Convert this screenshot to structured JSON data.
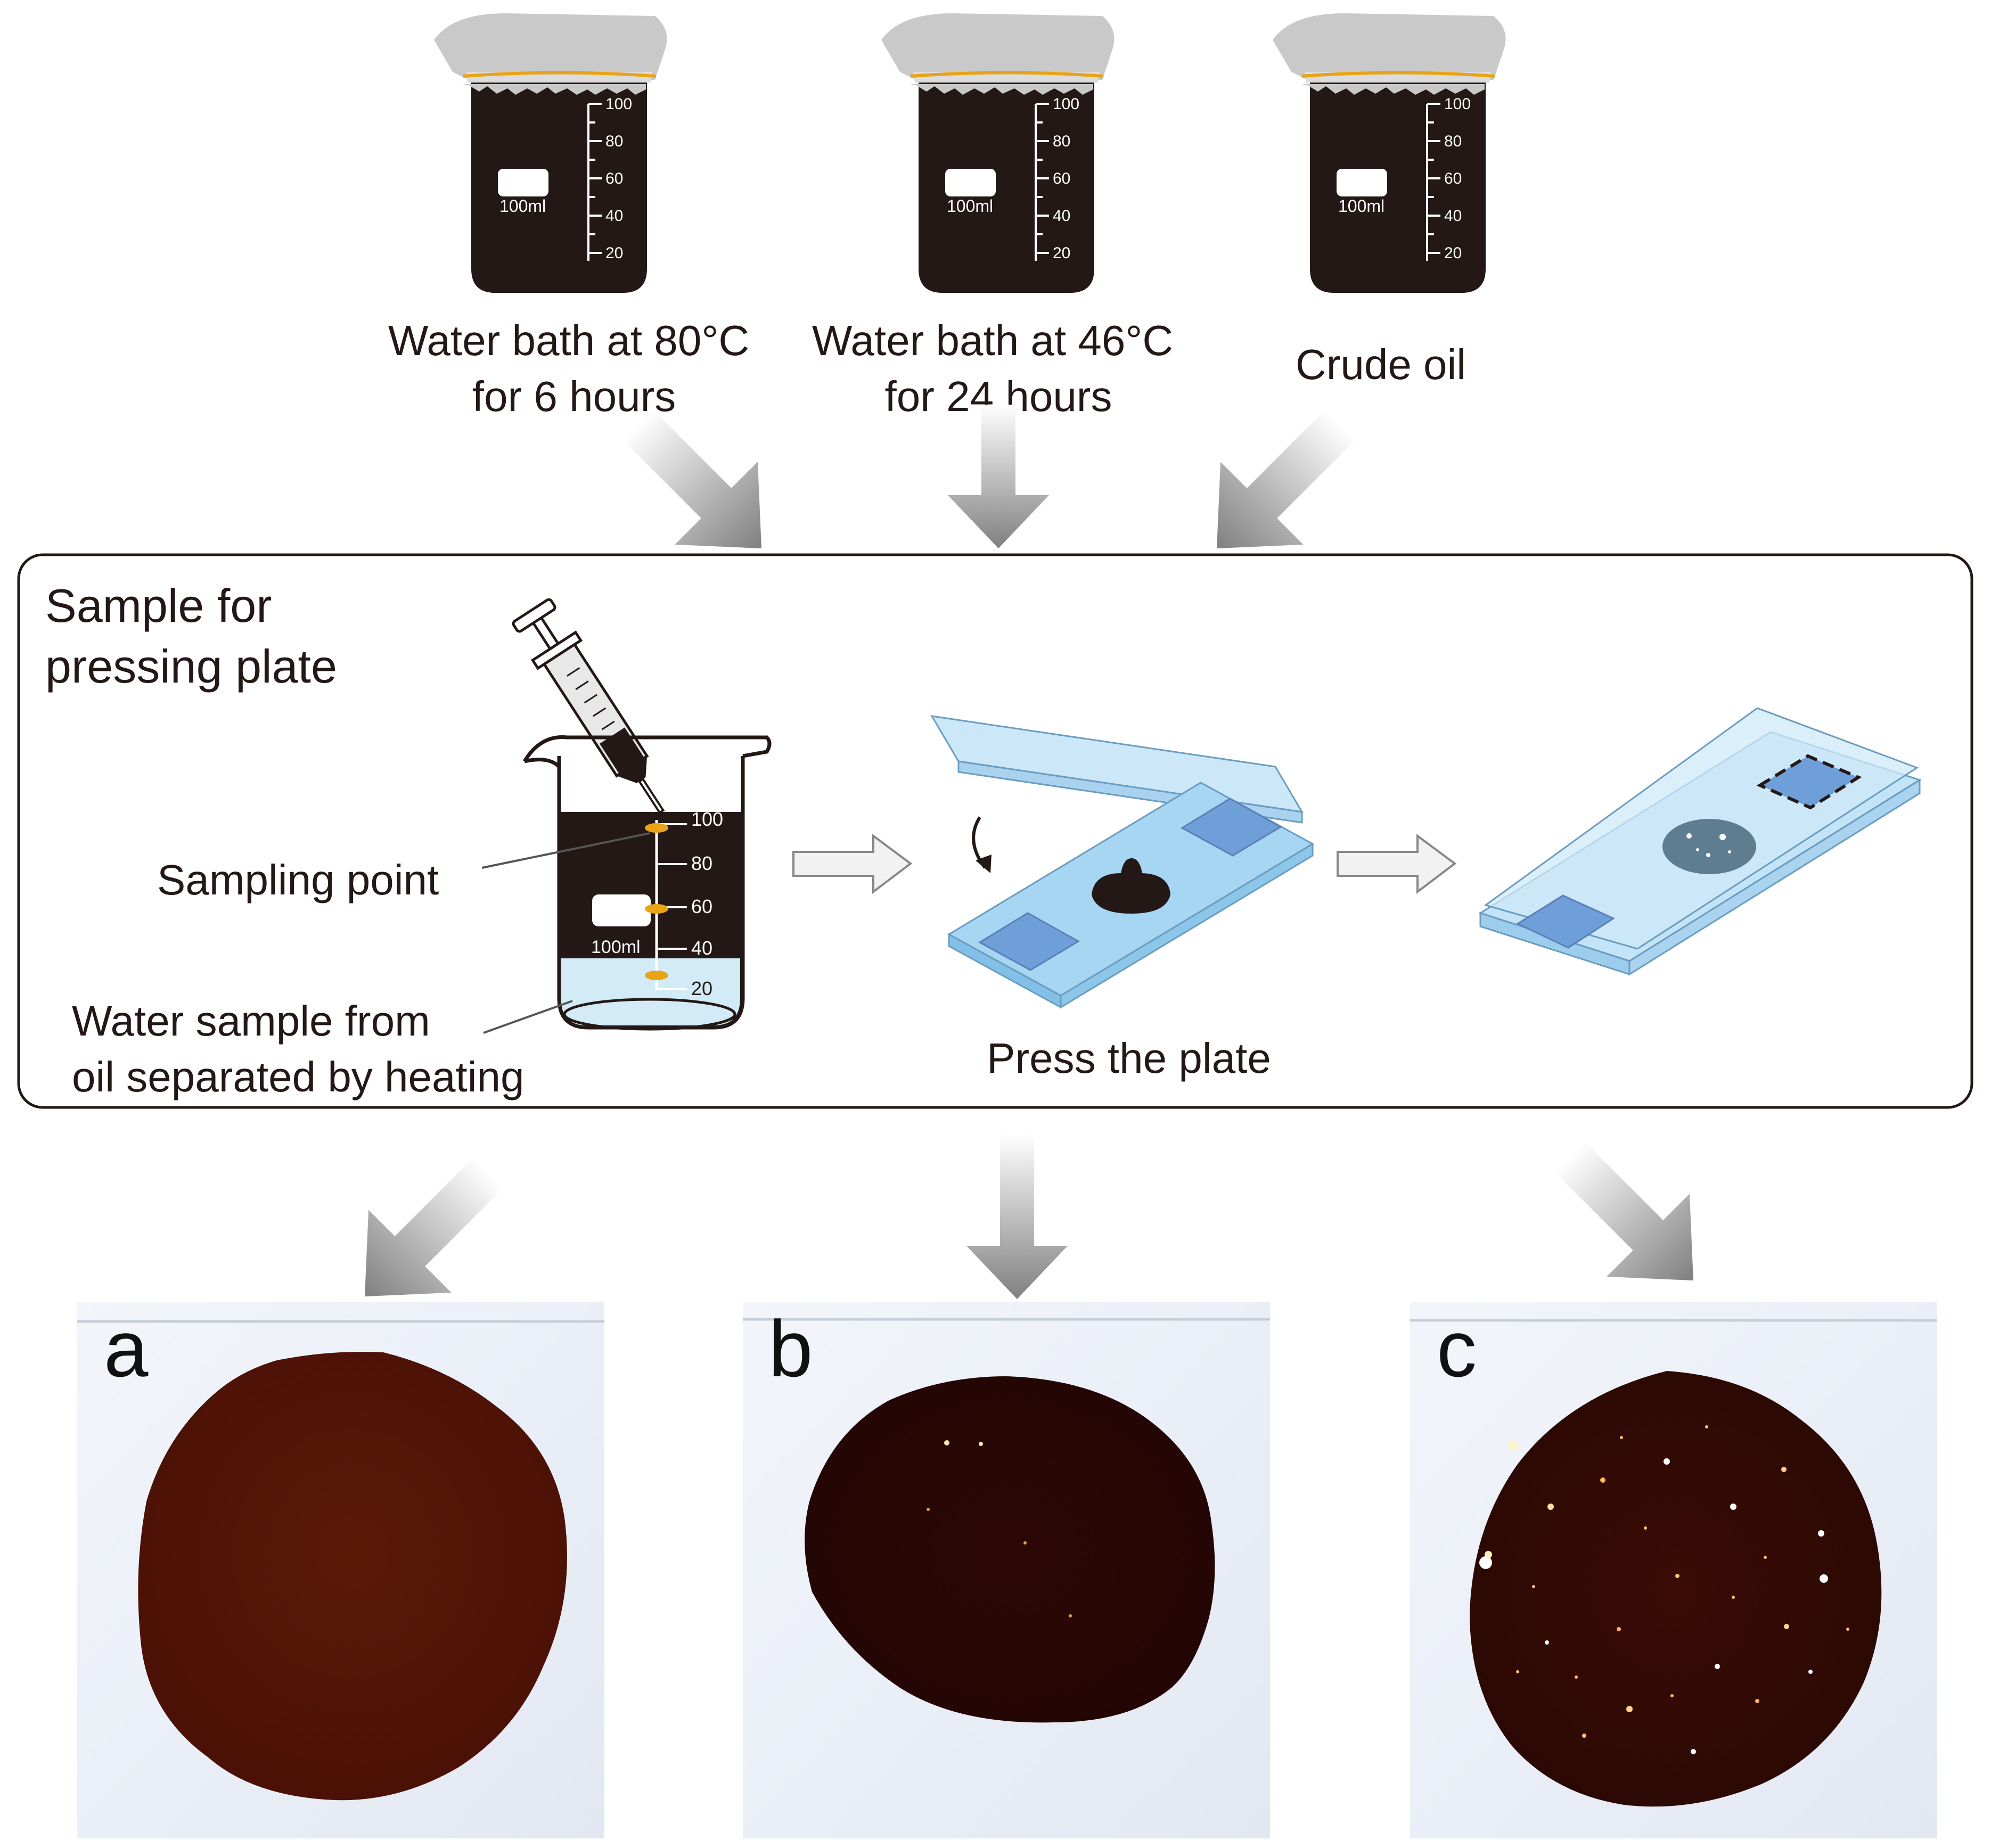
{
  "beakers": [
    {
      "caption_line1": "Water bath at 80°C",
      "caption_line2": "for 6 hours"
    },
    {
      "caption_line1": "Water bath at 46°C",
      "caption_line2": "for 24 hours"
    },
    {
      "caption_line1": "Crude oil",
      "caption_line2": ""
    }
  ],
  "beaker_volume_label": "100ml",
  "graduations": [
    "100",
    "80",
    "60",
    "40",
    "20"
  ],
  "box": {
    "title_line1": "Sample for",
    "title_line2": "pressing plate",
    "sampling_point_label": "Sampling point",
    "water_sample_line1": "Water sample from",
    "water_sample_line2": "oil separated by heating",
    "press_label": "Press the plate"
  },
  "panels": [
    {
      "letter": "a"
    },
    {
      "letter": "b"
    },
    {
      "letter": "c"
    }
  ],
  "colors": {
    "oil": "#231815",
    "oil_brown": "#4a1206",
    "oil_dark": "#2a0905",
    "glass_blue": "#b5dcf2",
    "arrow_gray": "#8c8c8c",
    "rubber_band": "#e8a317"
  }
}
